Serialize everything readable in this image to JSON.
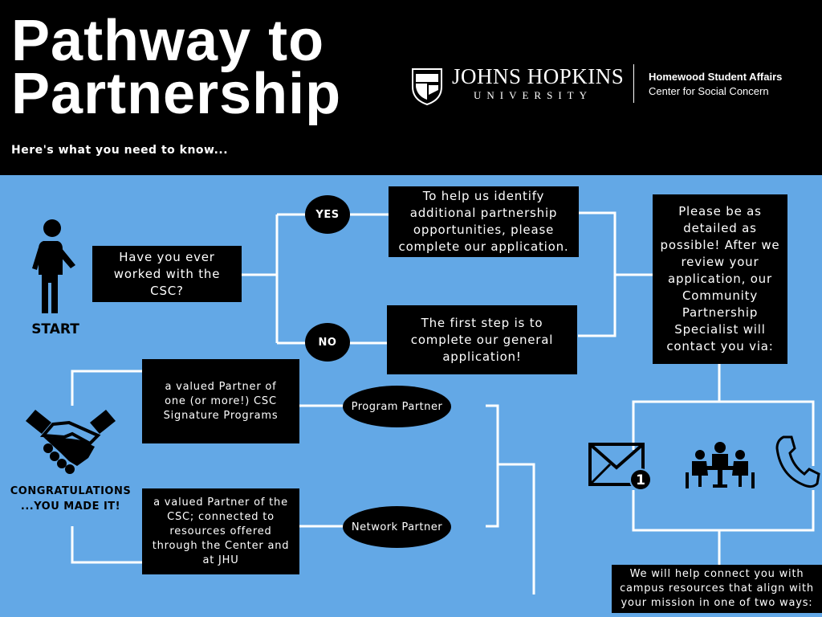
{
  "header": {
    "title_line1": "Pathway to",
    "title_line2": "Partnership",
    "subtitle": "Here's what you need to know...",
    "university_name": "Johns Hopkins",
    "university_sub": "UNIVERSITY",
    "dept": "Homewood Student Affairs",
    "center": "Center for Social Concern"
  },
  "flow": {
    "start_label": "START",
    "question": "Have you ever worked with the CSC?",
    "yes_label": "YES",
    "no_label": "NO",
    "yes_text": "To help us identify additional partnership opportunities, please complete our application.",
    "no_text": "The first step is to complete our general application!",
    "detail_text": "Please be as detailed as possible! After we review your application, our Community Partnership Specialist will contact you via:",
    "connect_text": "We will help connect you with campus resources that align with your mission in one of two ways:",
    "program_partner": "Program Partner",
    "network_partner": "Network Partner",
    "program_text": "a valued Partner of one (or more!) CSC Signature Programs",
    "network_text": "a valued Partner of the CSC; connected to resources offered through the Center and at JHU",
    "congrats_line1": "CONGRATULATIONS",
    "congrats_line2": "...YOU MADE IT!",
    "mail_badge": "1"
  },
  "colors": {
    "background": "#63a8e6",
    "box": "#000000",
    "text": "#ffffff"
  },
  "icons": [
    "walking-person-icon",
    "handshake-icon",
    "envelope-icon",
    "meeting-icon",
    "phone-icon",
    "jhu-shield-icon"
  ]
}
